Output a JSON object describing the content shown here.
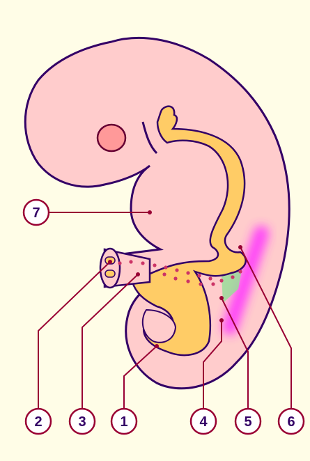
{
  "colors": {
    "background": "#fffde7",
    "embryo_fill": "#ffcccc",
    "outline": "#330066",
    "yolk_tube": "#ffcc66",
    "label_line": "#990033",
    "label_circle_fill": "#ffffff",
    "label_circle_stroke": "#990033",
    "eye_fill": "#ff9999",
    "purple_glow": "#ff33ff",
    "green_region": "#99dd99",
    "dot_color": "#cc3366"
  },
  "labels": [
    "7",
    "2",
    "3",
    "1",
    "4",
    "5",
    "6"
  ]
}
